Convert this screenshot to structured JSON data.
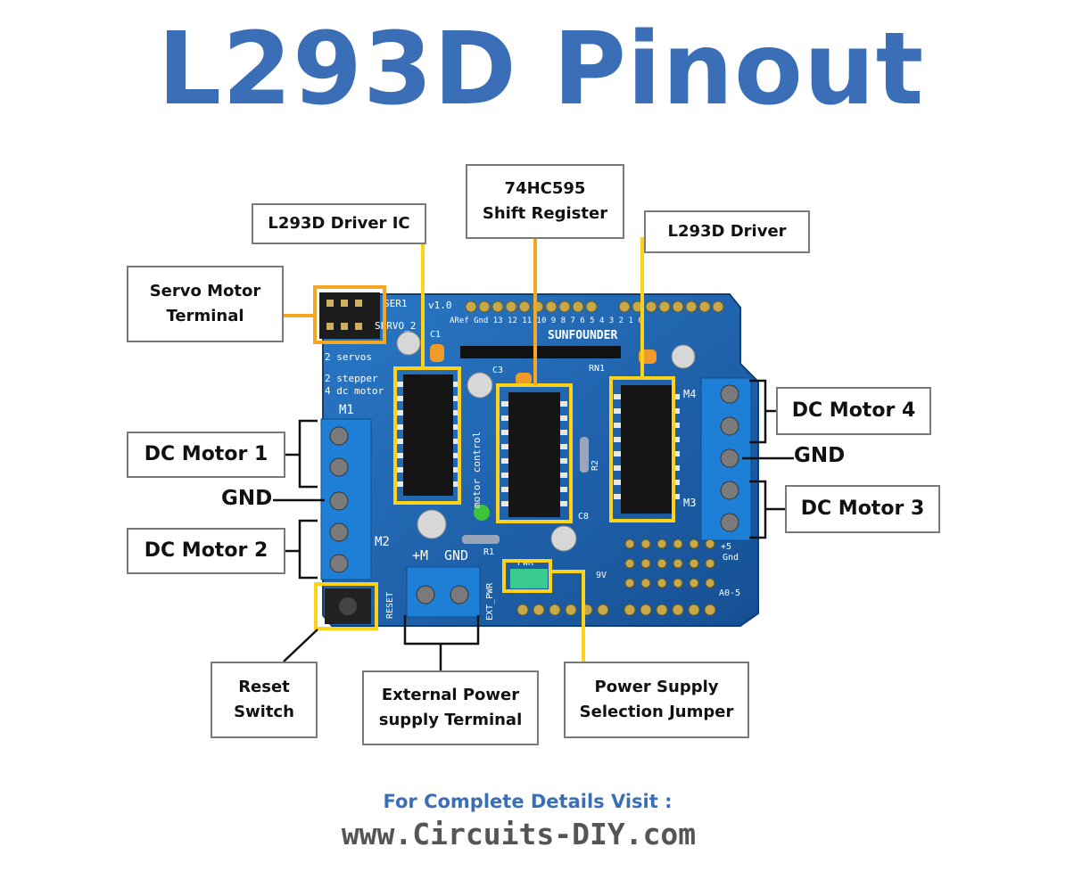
{
  "title": "L293D Pinout",
  "labels": {
    "l293d_driver_ic": "L293D Driver IC",
    "shift_register_line1": "74HC595",
    "shift_register_line2": "Shift Register",
    "l293d_driver": "L293D Driver",
    "servo_line1": "Servo Motor",
    "servo_line2": "Terminal",
    "dc_motor_1": "DC Motor 1",
    "dc_motor_2": "DC Motor 2",
    "dc_motor_3": "DC Motor 3",
    "dc_motor_4": "DC Motor 4",
    "gnd_left": "GND",
    "gnd_right": "GND",
    "reset_line1": "Reset",
    "reset_line2": "Switch",
    "ext_power_line1": "External Power",
    "ext_power_line2": "supply Terminal",
    "jumper_line1": "Power Supply",
    "jumper_line2": "Selection Jumper"
  },
  "board_silkscreen": {
    "servo1": "SER1",
    "servo2": "SERVO_2",
    "version": "v1.0",
    "brand": "SUNFOUNDER",
    "aref": "ARef Gnd 13 12 11 10 9 8  7 6 5 4 3 2 1 0",
    "rn1": "RN1",
    "c1": "C1",
    "c3": "C3",
    "note1": "2 servos",
    "note2": "2 stepper",
    "note3": "4 dc motor",
    "m1": "M1",
    "m2": "M2",
    "m3": "M3",
    "m4": "M4",
    "motor_control": "motor control",
    "r1": "R1",
    "r2": "R2",
    "c8": "C8",
    "plus_m": "+M",
    "gnd": "GND",
    "pwr": "PWR",
    "ext_pwr": "EXT_PWR",
    "reset": "RESET",
    "v9": "9V",
    "plus5": "+5",
    "gnd_small": "Gnd",
    "a05": "A0-5"
  },
  "footer": {
    "line1": "For Complete Details Visit :",
    "line2": "www.Circuits-DIY.com"
  },
  "colors": {
    "title": "#3a6fb8",
    "highlight": "#ffd21a",
    "callout_line": "#f5a623",
    "board": "#1f66b3",
    "terminal": "#1e7fd6"
  }
}
